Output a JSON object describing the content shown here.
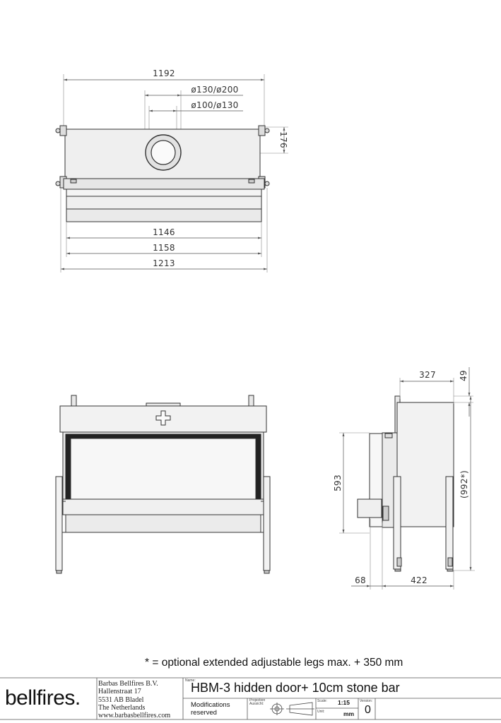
{
  "dimensions": {
    "top_width": "1192",
    "flue_outer": "ø130/ø200",
    "flue_inner": "ø100/ø130",
    "flue_offset": "176",
    "bottom_1146": "1146",
    "bottom_1158": "1158",
    "bottom_1213": "1213",
    "side_327": "327",
    "side_49": "49",
    "side_593": "593",
    "side_992": "(992*)",
    "side_68": "68",
    "side_422": "422"
  },
  "note": "* = optional extended adjustable legs max. + 350 mm",
  "title_block": {
    "logo": "bellfires",
    "logo_dot": ".",
    "address": [
      "Barbas Bellfires B.V.",
      "Hallenstraat 17",
      "5531 AB Bladel",
      "The Netherlands",
      "www.barbasbellfires.com"
    ],
    "name_label": "Name:",
    "name": "HBM-3 hidden door+ 10cm stone bar",
    "modifications": [
      "Modifications",
      "reserved"
    ],
    "projection_label": [
      "Projection",
      "Aussicht:"
    ],
    "scale_label": "Scale:",
    "scale": "1:15",
    "unit_label": "Unit:",
    "unit": "mm",
    "version_label": "Version:",
    "version": "0"
  },
  "colors": {
    "line": "#333333",
    "fill": "#f2f2f2",
    "glass_frame": "#222222"
  }
}
